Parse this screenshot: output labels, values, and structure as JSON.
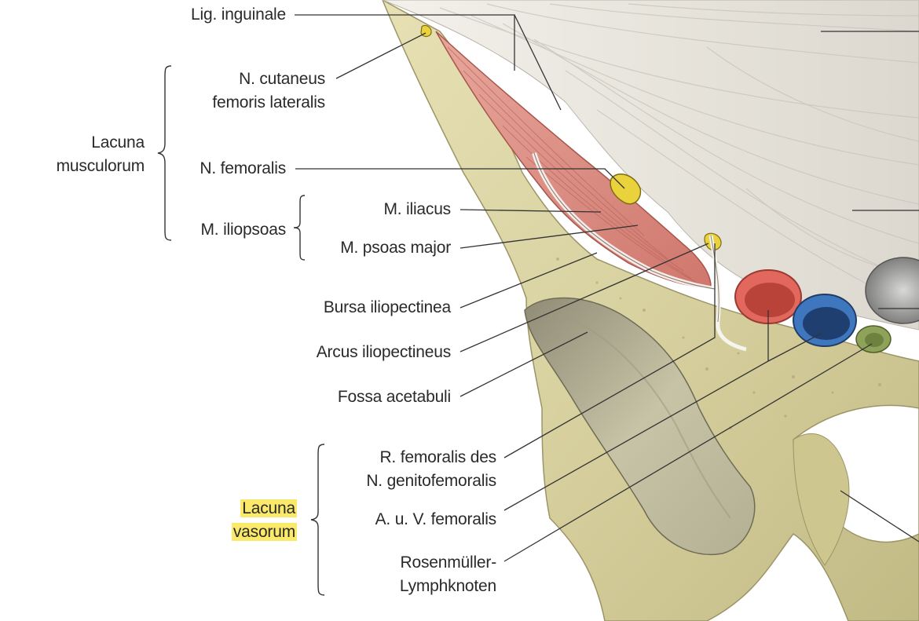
{
  "labels": {
    "lig_inguinale": "Lig. inguinale",
    "n_cutaneus_1": "N. cutaneus",
    "n_cutaneus_2": "femoris lateralis",
    "lacuna_musc_1": "Lacuna",
    "lacuna_musc_2": "musculorum",
    "n_femoralis": "N. femoralis",
    "m_iliacus": "M. iliacus",
    "m_iliopsoas": "M. iliopsoas",
    "m_psoas_major": "M. psoas major",
    "bursa": "Bursa iliopectinea",
    "arcus": "Arcus iliopectineus",
    "fossa": "Fossa acetabuli",
    "r_femoralis_1": "R. femoralis des",
    "r_femoralis_2": "N. genitofemoralis",
    "a_v_femoralis": "A. u. V. femoralis",
    "lacuna_vas_1": "Lacuna",
    "lacuna_vas_2": "vasorum",
    "rosen_1": "Rosenmüller-",
    "rosen_2": "Lymphknoten"
  },
  "colors": {
    "bone": "#d9d3a4",
    "bone_shadow": "#b5ae7c",
    "muscle": "#d98a80",
    "ligament": "#ece9e2",
    "artery": "#e2675d",
    "vein": "#3f77bf",
    "nerve": "#e9d23c",
    "lymph_node": "#8ea25a",
    "highlight": "#fbe96a"
  }
}
